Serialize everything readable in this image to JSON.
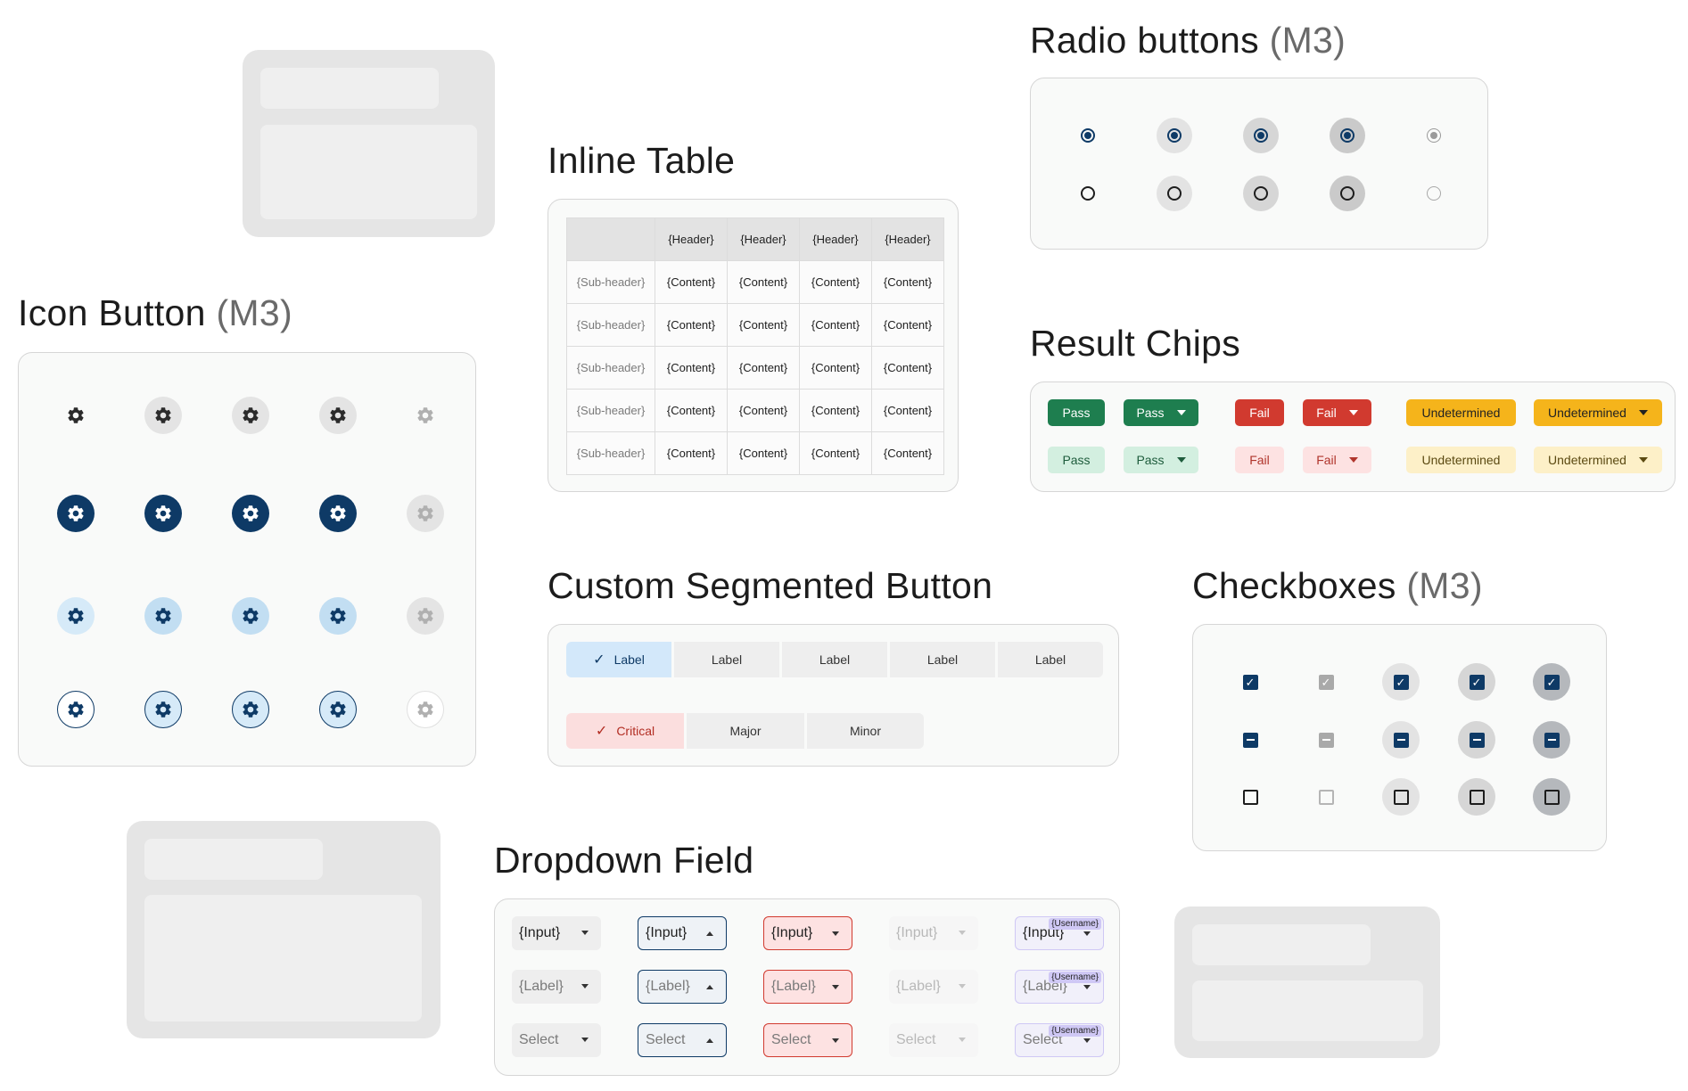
{
  "titles": {
    "icon_button": "Icon Button",
    "inline_table": "Inline Table",
    "radio_buttons": "Radio buttons",
    "result_chips": "Result Chips",
    "segmented": "Custom Segmented Button",
    "checkboxes": "Checkboxes",
    "dropdown": "Dropdown Field",
    "m3_suffix": "(M3)"
  },
  "icons": {
    "settings": "gear-icon"
  },
  "colors": {
    "primary": "#0e3a66",
    "primary_container": "#cfe5f7",
    "pass": "#1e7e4f",
    "pass_light": "#d3efe0",
    "fail": "#d13a2f",
    "fail_light": "#fde2e2",
    "undetermined": "#f5b41b",
    "undetermined_light": "#fdf0c8"
  },
  "inline_table": {
    "headers": [
      "{Header}",
      "{Header}",
      "{Header}",
      "{Header}"
    ],
    "rows": [
      {
        "sub": "{Sub-header}",
        "cells": [
          "{Content}",
          "{Content}",
          "{Content}",
          "{Content}"
        ]
      },
      {
        "sub": "{Sub-header}",
        "cells": [
          "{Content}",
          "{Content}",
          "{Content}",
          "{Content}"
        ]
      },
      {
        "sub": "{Sub-header}",
        "cells": [
          "{Content}",
          "{Content}",
          "{Content}",
          "{Content}"
        ]
      },
      {
        "sub": "{Sub-header}",
        "cells": [
          "{Content}",
          "{Content}",
          "{Content}",
          "{Content}"
        ]
      },
      {
        "sub": "{Sub-header}",
        "cells": [
          "{Content}",
          "{Content}",
          "{Content}",
          "{Content}"
        ]
      }
    ]
  },
  "chips": {
    "pass": "Pass",
    "fail": "Fail",
    "undetermined": "Undetermined"
  },
  "segmented": {
    "labels": [
      "Label",
      "Label",
      "Label",
      "Label",
      "Label"
    ],
    "severity": [
      "Critical",
      "Major",
      "Minor"
    ]
  },
  "dropdown": {
    "input": "{Input}",
    "label": "{Label}",
    "select": "Select",
    "badge": "{Username}"
  }
}
